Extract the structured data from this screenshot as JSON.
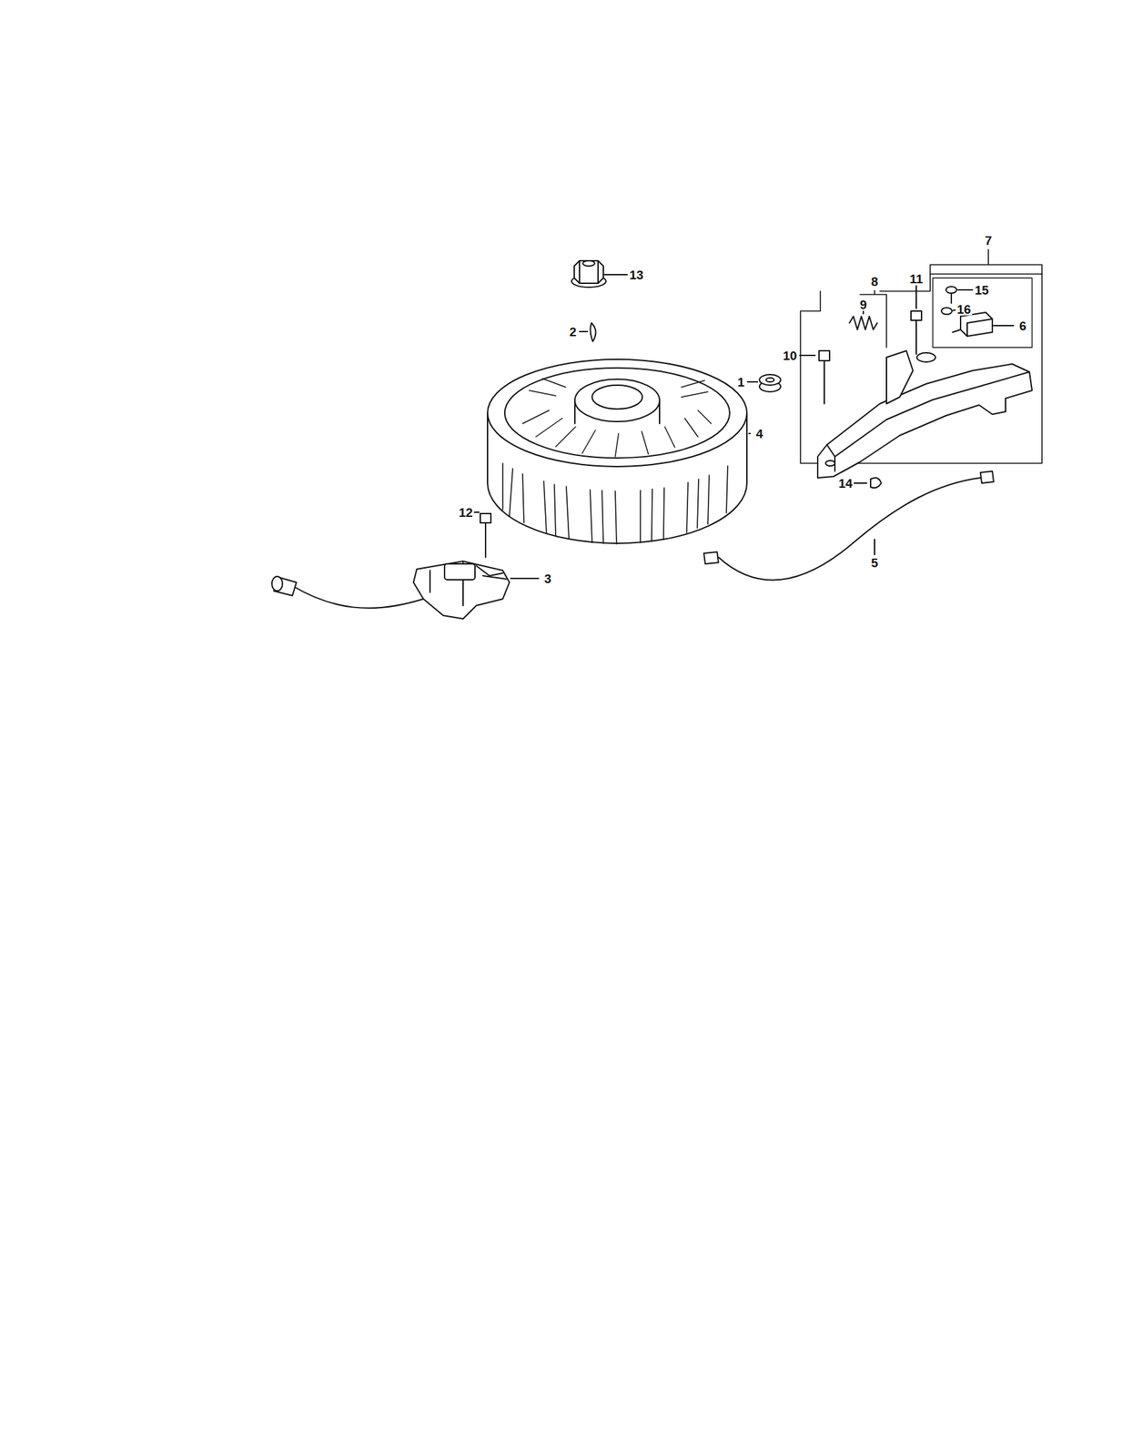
{
  "diagram": {
    "labels": [
      "7",
      "8",
      "11",
      "13",
      "15",
      "9",
      "16",
      "6",
      "2",
      "10",
      "1",
      "4",
      "14",
      "12",
      "5",
      "3"
    ]
  }
}
